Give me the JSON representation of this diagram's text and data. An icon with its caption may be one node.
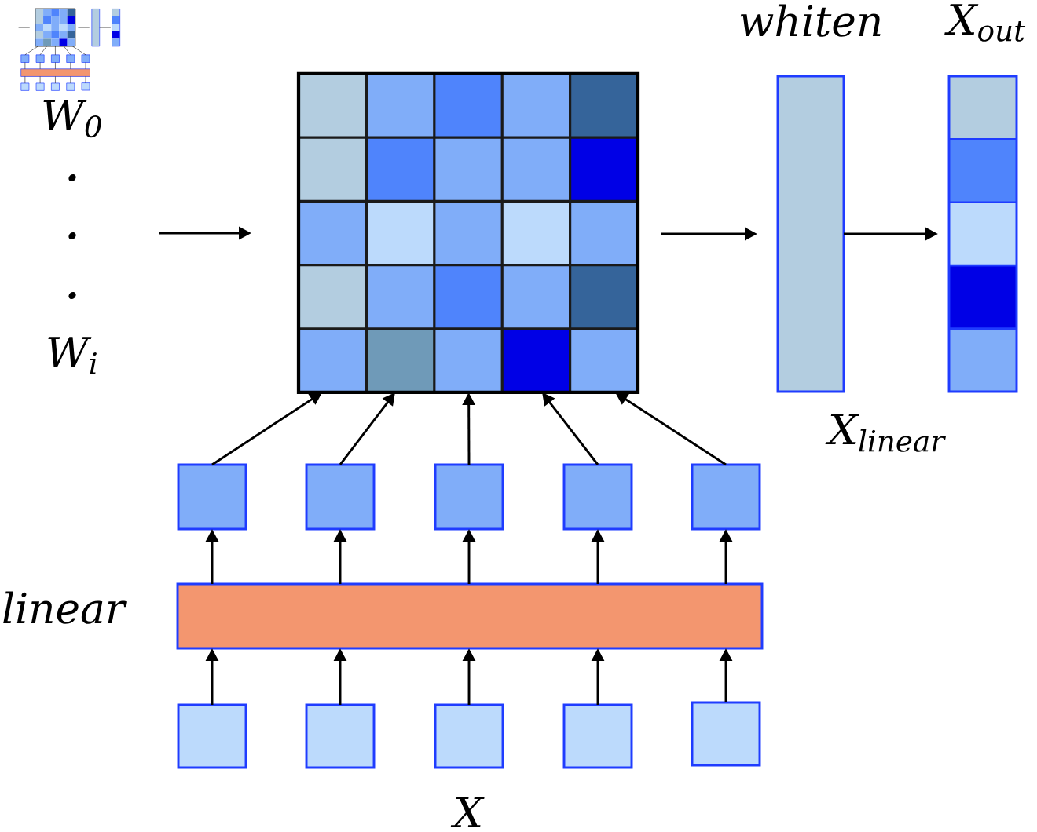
{
  "diagram": {
    "nodes": [
      {
        "text": [
          "W$_{0}$",
          ".",
          ".",
          ".",
          "W$_{i}$"
        ]
      },
      {
        "text": [],
        "shape": "grid"
      },
      {
        "text": [
          "whiten"
        ]
      },
      {
        "text": [
          "X$_{out}$"
        ]
      },
      {
        "text": [],
        "shape": "box"
      },
      {
        "text": [],
        "shape": "box"
      },
      {
        "text": [],
        "shape": "box"
      },
      {
        "text": [],
        "shape": "box"
      },
      {
        "text": [],
        "shape": "box"
      },
      {
        "text": [
          "linear"
        ]
      },
      {
        "text": [],
        "shape": "box"
      },
      {
        "text": [],
        "shape": "box"
      },
      {
        "text": [],
        "shape": "box"
      },
      {
        "text": [],
        "shape": "box"
      },
      {
        "text": [],
        "shape": "box"
      }
    ],
    "edges": [
      {
        "from": 0,
        "to": 1,
        "arrow": "to"
      },
      {
        "from": 1,
        "to": 2,
        "arrow": "to"
      },
      {
        "from": 2,
        "to": 3,
        "arrow": "to"
      },
      {
        "from": 4,
        "to": 1,
        "arrow": "to"
      },
      {
        "from": 5,
        "to": 1,
        "arrow": "to"
      },
      {
        "from": 6,
        "to": 1,
        "arrow": "to"
      },
      {
        "from": 7,
        "to": 1,
        "arrow": "to"
      },
      {
        "from": 8,
        "to": 1,
        "arrow": "to"
      },
      {
        "from": 9,
        "to": 4,
        "arrow": "to"
      },
      {
        "from": 9,
        "to": 5,
        "arrow": "to"
      },
      {
        "from": 9,
        "to": 6,
        "arrow": "to"
      },
      {
        "from": 9,
        "to": 7,
        "arrow": "to"
      },
      {
        "from": 9,
        "to": 8,
        "arrow": "to"
      },
      {
        "from": 10,
        "to": 9,
        "arrow": "to"
      },
      {
        "from": 11,
        "to": 9,
        "arrow": "to"
      },
      {
        "from": 12,
        "to": 9,
        "arrow": "to"
      },
      {
        "from": 13,
        "to": 9,
        "arrow": "to"
      },
      {
        "from": 14,
        "to": 9,
        "arrow": "to"
      }
    ],
    "labels": [
      "X$_{linear}$",
      "X"
    ]
  }
}
